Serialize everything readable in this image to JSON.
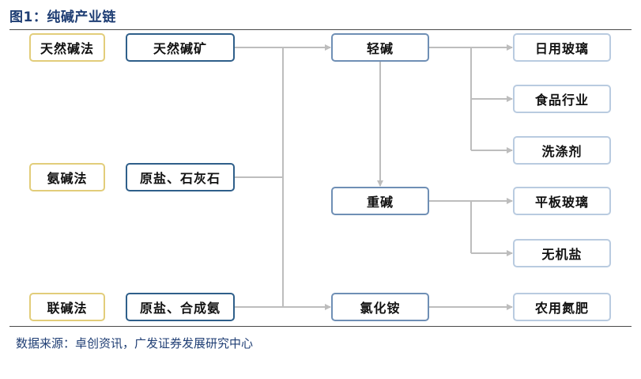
{
  "title": "图1：纯碱产业链",
  "source": "数据来源：卓创资讯，广发证券发展研究中心",
  "methods": {
    "natural": "天然碱法",
    "ammonia": "氨碱法",
    "combined": "联碱法"
  },
  "raw": {
    "natural_ore": "天然碱矿",
    "salt_limestone": "原盐、石灰石",
    "salt_ammonia": "原盐、合成氨"
  },
  "products": {
    "light": "轻碱",
    "heavy": "重碱",
    "ammonium_chloride": "氯化铵"
  },
  "uses": {
    "daily_glass": "日用玻璃",
    "food": "食品行业",
    "detergent": "洗涤剂",
    "flat_glass": "平板玻璃",
    "inorganic_salt": "无机盐",
    "fertilizer": "农用氮肥"
  },
  "colors": {
    "title": "#1f3e74",
    "method_border": "#e2cd7a",
    "raw_border": "#2f5f8a",
    "mid_border": "#6f8fb5",
    "out_border": "#b9cbe0",
    "connector": "#bdbdbd"
  }
}
